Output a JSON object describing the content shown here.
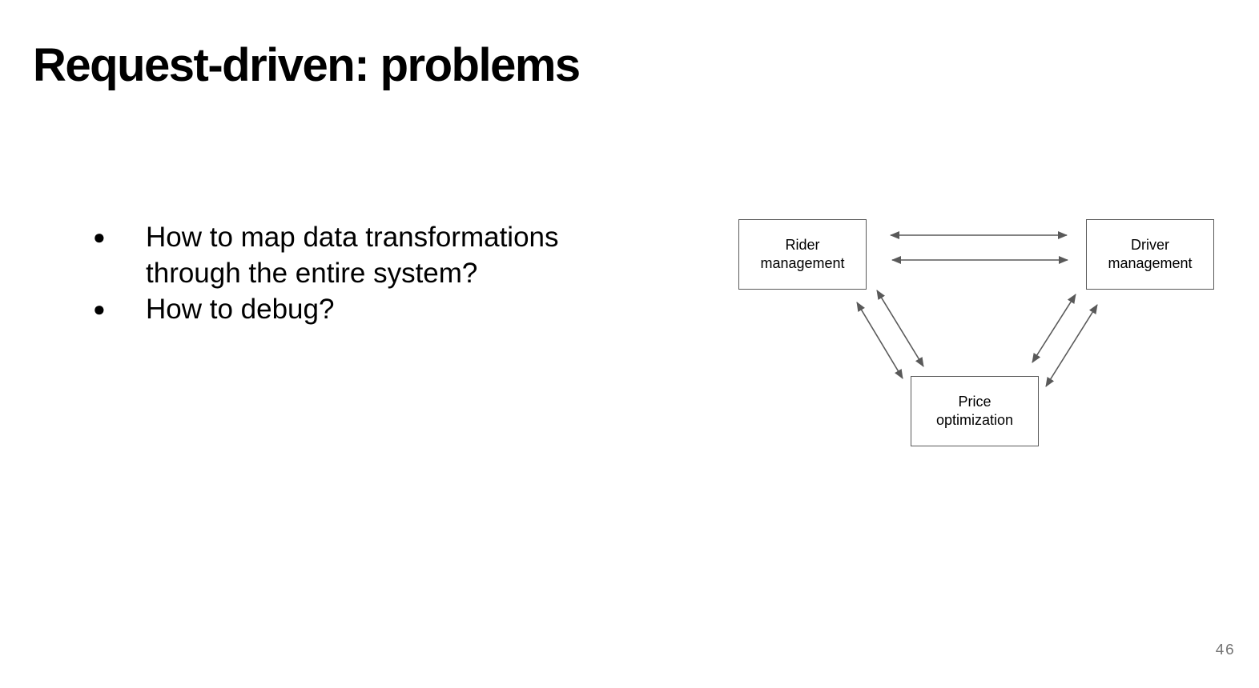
{
  "slide": {
    "title": "Request-driven: problems",
    "bullets": [
      {
        "marker": "●",
        "text": "How to map data transformations through the entire system?"
      },
      {
        "marker": "●",
        "text": "How to debug?"
      }
    ],
    "page_number": "46"
  },
  "diagram": {
    "nodes": {
      "rider": {
        "label": "Rider management"
      },
      "driver": {
        "label": "Driver management"
      },
      "price": {
        "label": "Price optimization"
      }
    },
    "edges": [
      {
        "from": "rider",
        "to": "driver",
        "direction": "bidirectional"
      },
      {
        "from": "rider",
        "to": "driver",
        "direction": "bidirectional"
      },
      {
        "from": "rider",
        "to": "price",
        "direction": "bidirectional"
      },
      {
        "from": "rider",
        "to": "price",
        "direction": "bidirectional"
      },
      {
        "from": "driver",
        "to": "price",
        "direction": "bidirectional"
      },
      {
        "from": "driver",
        "to": "price",
        "direction": "bidirectional"
      }
    ],
    "colors": {
      "line": "#595959",
      "border": "#595959"
    }
  }
}
